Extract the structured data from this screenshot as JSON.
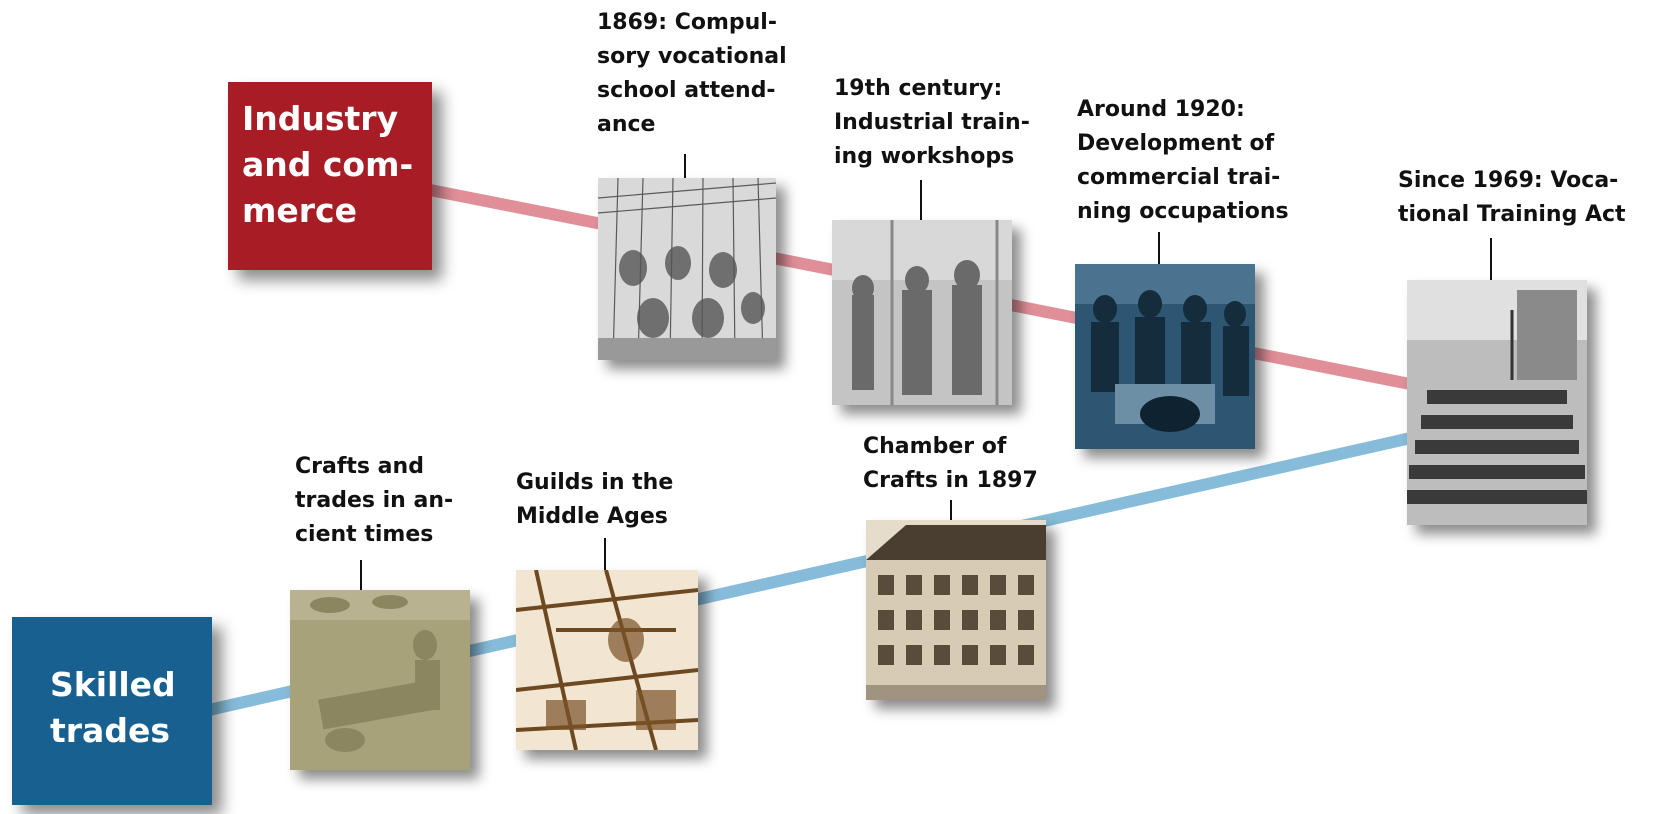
{
  "colors": {
    "industry": "#a81c26",
    "industry_line": "#e08f98",
    "trades": "#17608f",
    "trades_line": "#86bcd9"
  },
  "categories": {
    "industry": "Industry\nand com-\nmerce",
    "trades": "Skilled\ntrades"
  },
  "milestones": {
    "m1869": "1869: Compul-\nsory vocational\nschool attend-\nance",
    "m19th": "19th century:\nIndustrial train-\ning workshops",
    "m1920": "Around 1920:\nDevelopment of\ncommercial trai-\nning occupations",
    "m1969": "Since 1969: Voca-\ntional Training Act",
    "ancient": "Crafts and\ntrades in an-\ncient times",
    "guilds": "Guilds in the\nMiddle Ages",
    "chamber": "Chamber of\nCrafts in 1897"
  },
  "images": {
    "m1869": "engraving-classroom",
    "m19th": "photo-workshop",
    "m1920": "photo-office",
    "m1969": "photo-parliament",
    "ancient": "stone-relief",
    "guilds": "woodcut-guild",
    "chamber": "photo-building"
  }
}
